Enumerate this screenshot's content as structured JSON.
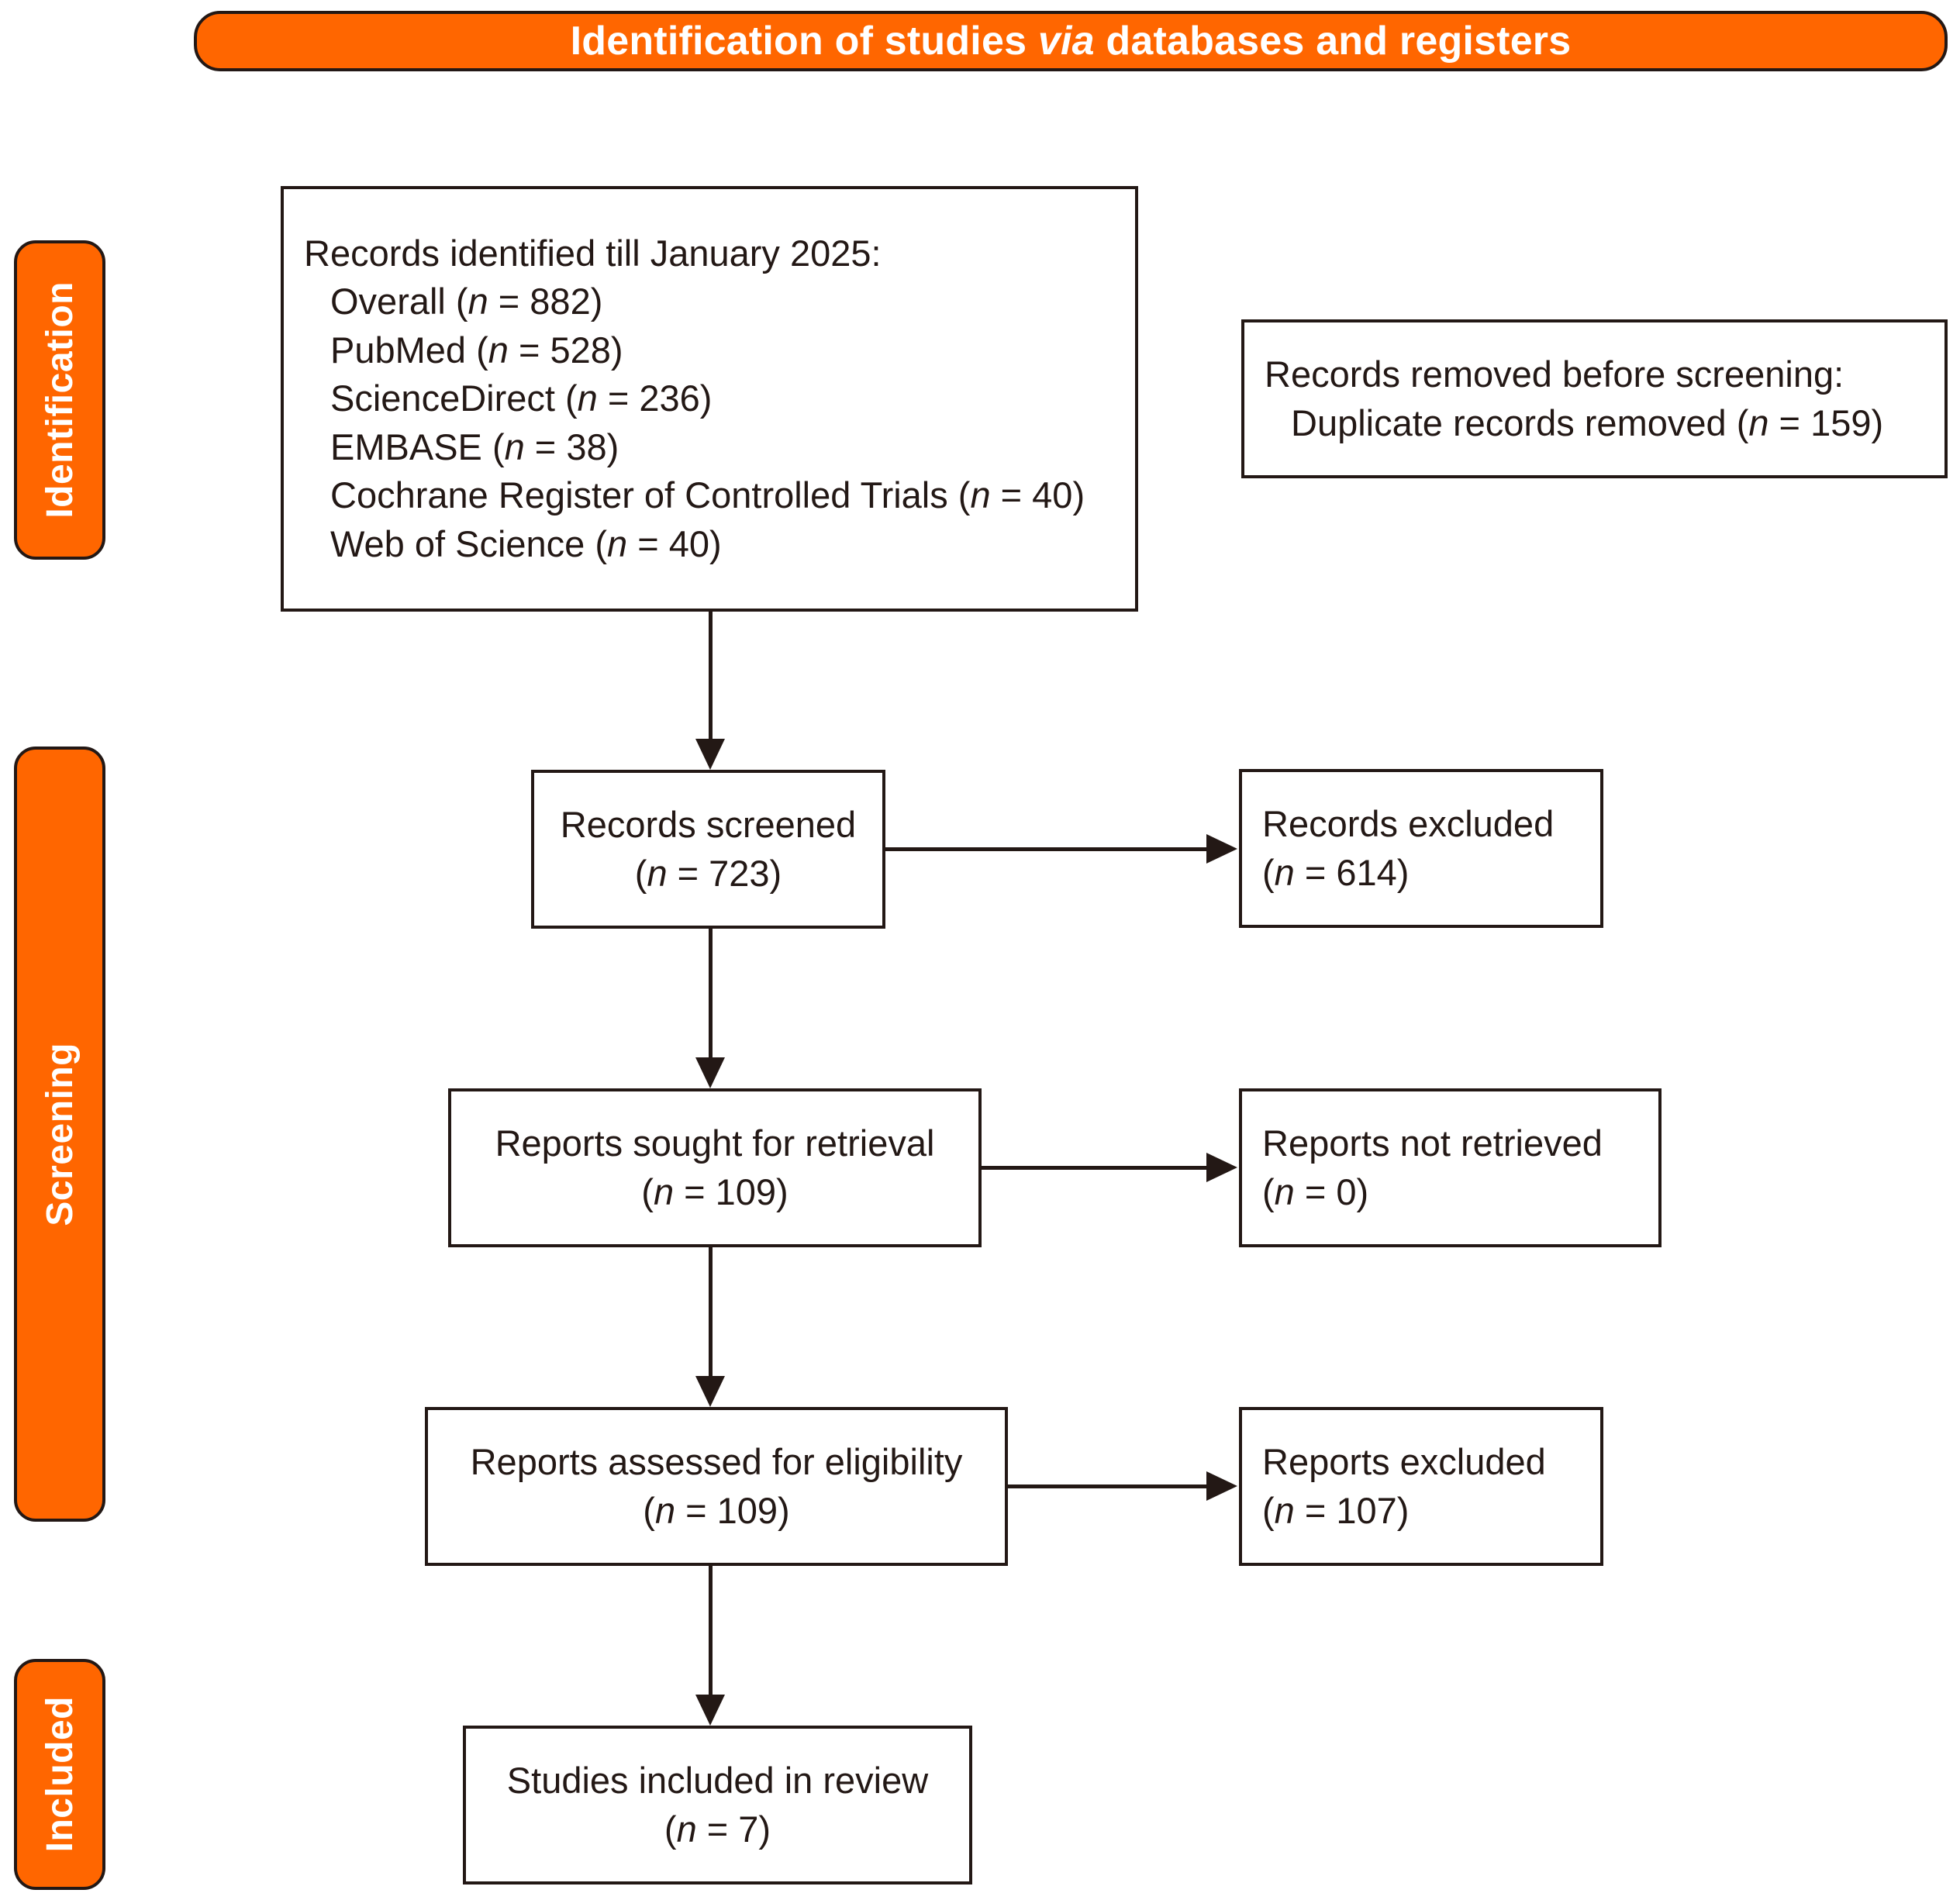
{
  "diagram": {
    "title": "PRISMA flow diagram",
    "accent_color": "#FF6600",
    "line_color": "#231815",
    "banner": {
      "text_before": "Identification of studies ",
      "text_italic": "via",
      "text_after": " databases and registers"
    },
    "stage_labels": {
      "identification": "Identification",
      "screening": "Screening",
      "included": "Included"
    },
    "boxes": {
      "records_identified": {
        "heading": "Records identified till January 2025:",
        "items": [
          "Overall (n = 882)",
          "PubMed (n = 528)",
          "ScienceDirect (n = 236)",
          "EMBASE (n = 38)",
          "Cochrane Register of Controlled Trials (n = 40)",
          "Web of Science (n = 40)"
        ],
        "counts": {
          "overall": 882,
          "pubmed": 528,
          "sciencedirect": 236,
          "embase": 38,
          "cochrane": 40,
          "web_of_science": 40
        }
      },
      "records_removed": {
        "heading": "Records removed before screening:",
        "items": [
          "Duplicate records removed (n = 159)"
        ],
        "counts": {
          "duplicates_removed": 159
        }
      },
      "records_screened": {
        "label": "Records screened",
        "count_line": "(n = 723)",
        "count": 723
      },
      "records_excluded": {
        "label": "Records excluded",
        "count_line": "(n = 614)",
        "count": 614
      },
      "reports_sought": {
        "label": "Reports sought for retrieval",
        "count_line": "(n = 109)",
        "count": 109
      },
      "reports_not_retrieved": {
        "label": "Reports not retrieved",
        "count_line": "(n = 0)",
        "count": 0
      },
      "reports_assessed": {
        "label": "Reports assessed for eligibility",
        "count_line": "(n = 109)",
        "count": 109
      },
      "reports_excluded": {
        "label": "Reports excluded",
        "count_line": "(n = 107)",
        "count": 107
      },
      "studies_included": {
        "label": "Studies included in review",
        "count_line": "(n = 7)",
        "count": 7
      }
    }
  }
}
